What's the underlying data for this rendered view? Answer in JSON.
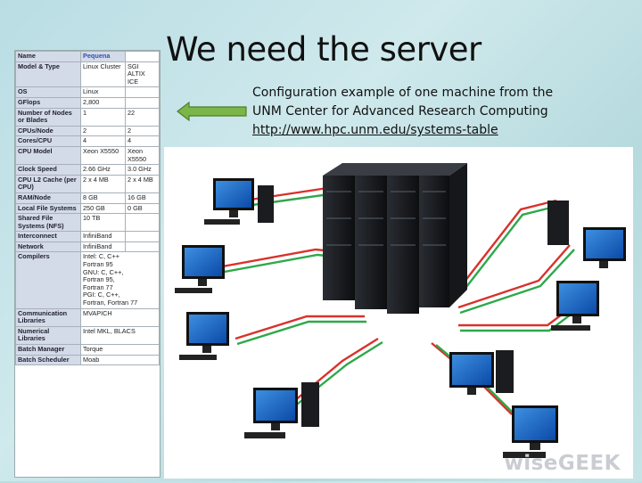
{
  "slide": {
    "title": "We need the server",
    "caption_line1": "Configuration example of one machine from the",
    "caption_line2": "UNM Center for Advanced Research Computing",
    "link": "http://www.hpc.unm.edu/systems-table"
  },
  "spec_table": {
    "rows": [
      {
        "label": "Name",
        "v1": "Pequena",
        "v2": ""
      },
      {
        "label": "Model & Type",
        "v1": "Linux Cluster",
        "v2": "SGI ALTIX ICE"
      },
      {
        "label": "OS",
        "v1": "Linux",
        "v2": ""
      },
      {
        "label": "GFlops",
        "v1": "2,800",
        "v2": ""
      },
      {
        "label": "Number of Nodes or Blades",
        "v1": "1",
        "v2": "22"
      },
      {
        "label": "CPUs/Node",
        "v1": "2",
        "v2": "2"
      },
      {
        "label": "Cores/CPU",
        "v1": "4",
        "v2": "4"
      },
      {
        "label": "CPU Model",
        "v1": "Xeon X5550",
        "v2": "Xeon X5550"
      },
      {
        "label": "Clock Speed",
        "v1": "2.66 GHz",
        "v2": "3.0 GHz"
      },
      {
        "label": "CPU L2 Cache (per CPU)",
        "v1": "2 x 4 MB",
        "v2": "2 x 4 MB"
      },
      {
        "label": "RAM/Node",
        "v1": "8 GB",
        "v2": "16 GB"
      },
      {
        "label": "Local File Systems",
        "v1": "250 GB",
        "v2": "0 GB"
      },
      {
        "label": "Shared File Systems (NFS)",
        "v1": "10 TB",
        "v2": ""
      },
      {
        "label": "Interconnect",
        "v1": "InfiniBand",
        "v2": ""
      },
      {
        "label": "Network",
        "v1": "InfiniBand",
        "v2": ""
      }
    ],
    "compilers_label": "Compilers",
    "compilers": [
      "Intel: C, C++",
      "Fortran 95",
      "GNU: C, C++,",
      "Fortran 95,",
      "Fortran 77",
      "PGI: C, C++,",
      "Fortran, Fortran 77"
    ],
    "tail_rows": [
      {
        "label": "Communication Libraries",
        "value": "MVAPICH"
      },
      {
        "label": "Numerical Libraries",
        "value": "Intel MKL, BLACS"
      },
      {
        "label": "Batch Manager",
        "value": "Torque"
      },
      {
        "label": "Batch Scheduler",
        "value": "Moab"
      }
    ]
  },
  "watermark": "wiseGEEK",
  "colors": {
    "arrow": "#7ab648",
    "cable_red": "#d8322c",
    "cable_green": "#2ea84a"
  }
}
